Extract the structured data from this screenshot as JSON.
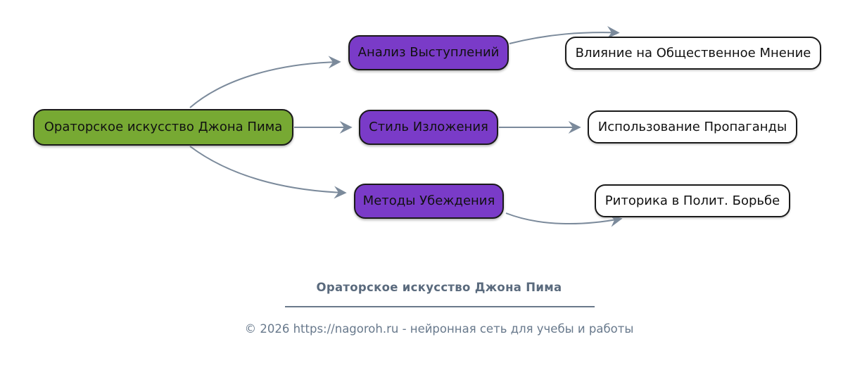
{
  "diagram": {
    "root": {
      "label": "Ораторское искусство Джона Пима"
    },
    "branches": [
      {
        "label": "Анализ Выступлений"
      },
      {
        "label": "Стиль Изложения"
      },
      {
        "label": "Методы Убеждения"
      }
    ],
    "leaves": [
      {
        "label": "Влияние на Общественное Мнение"
      },
      {
        "label": "Использование Пропаганды"
      },
      {
        "label": "Риторика в Полит. Борьбе"
      }
    ]
  },
  "footer": {
    "title": "Ораторское искусство Джона Пима",
    "copyright": "© 2026 https://nagoroh.ru - нейронная сеть для учебы и работы"
  },
  "colors": {
    "root_fill": "#77A933",
    "branch_fill": "#7A3BC8",
    "leaf_fill": "#FFFFFF",
    "node_border": "#1A1A1A",
    "edge_color": "#7B8A9B",
    "footer_title_color": "#5A6A7D",
    "footer_text_color": "#68798C"
  }
}
